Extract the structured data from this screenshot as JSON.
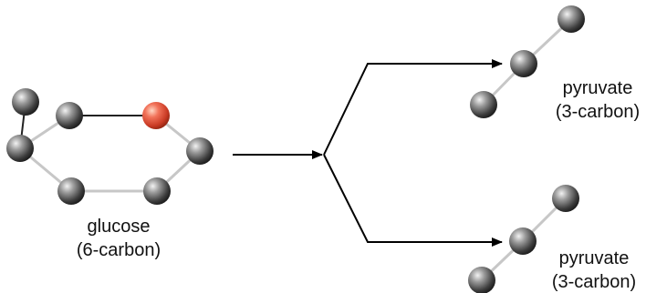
{
  "glucose": {
    "name": "glucose",
    "carbons": "(6-carbon)"
  },
  "products": [
    {
      "name": "pyruvate",
      "carbons": "(3-carbon)"
    },
    {
      "name": "pyruvate",
      "carbons": "(3-carbon)"
    }
  ],
  "colors": {
    "carbon_atom": "#5a5a5a",
    "oxygen_atom": "#e8533f",
    "bond": "#c7c7c7",
    "arrow": "#000000"
  }
}
